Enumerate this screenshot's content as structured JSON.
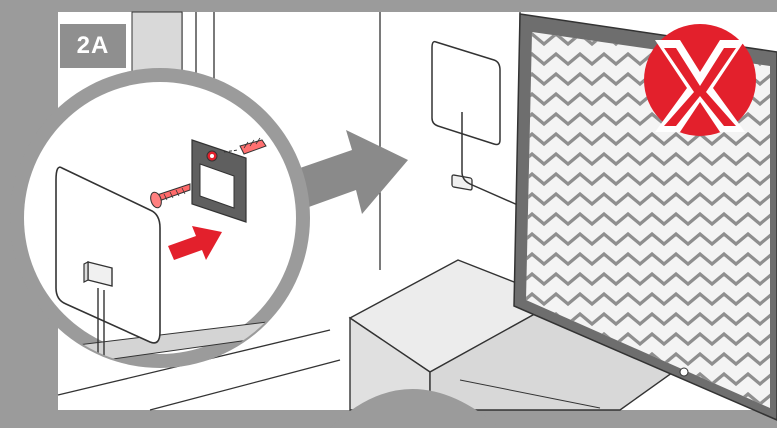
{
  "step": {
    "label": "2A"
  },
  "status": {
    "icon": "red-x-icon",
    "meaning": "incorrect"
  },
  "colors": {
    "frame_gray": "#9b9b9b",
    "line_dark": "#333333",
    "accent_red": "#e3202c",
    "wall_light": "#f2f2f2",
    "tv_bezel": "#6e6e6e",
    "screen_noise": "#8a8a8a"
  },
  "icons": [
    "tv-screen-static",
    "antenna-panel",
    "wall-mount-plate",
    "screw-icon",
    "wall-plug-icon",
    "red-arrow-icon",
    "gray-arrow-icon",
    "magnifier-circle"
  ]
}
